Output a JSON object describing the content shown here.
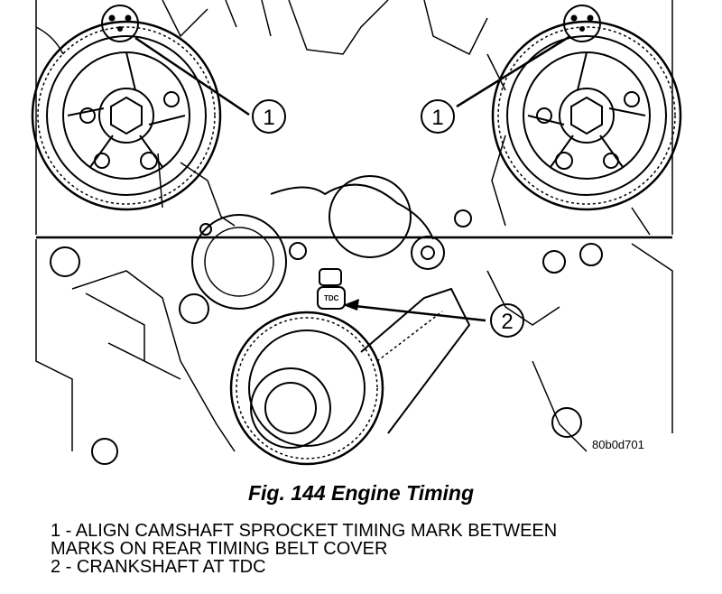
{
  "figure": {
    "code": "80b0d701",
    "tdc_label": "TDC",
    "callouts": [
      "1",
      "1",
      "2"
    ]
  },
  "caption": "Fig. 144 Engine Timing",
  "legend": [
    "1 - ALIGN CAMSHAFT SPROCKET TIMING MARK BETWEEN",
    "MARKS ON REAR TIMING BELT COVER",
    "2 - CRANKSHAFT AT TDC"
  ]
}
